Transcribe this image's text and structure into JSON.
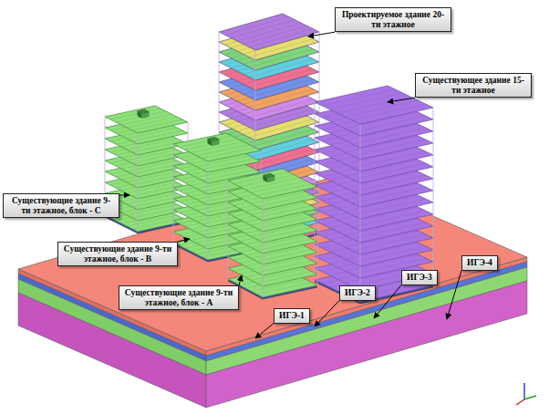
{
  "diagram": {
    "nodes": [
      {
        "text": [
          "Проектируемое здание 20-ти этажное"
        ]
      },
      {
        "text": [
          "Существующее здание 15-ти этажное"
        ]
      },
      {
        "text": [
          "Существующие здание 9-ти этажное, блок - С"
        ]
      },
      {
        "text": [
          "Существующие здание 9-ти этажное, блок - В"
        ]
      },
      {
        "text": [
          "Существующие здание 9-ти этажное, блок - А"
        ]
      },
      {
        "text": [
          "ИГЭ-1"
        ]
      },
      {
        "text": [
          "ИГЭ-2"
        ]
      },
      {
        "text": [
          "ИГЭ-3"
        ]
      },
      {
        "text": [
          "ИГЭ-4"
        ]
      }
    ]
  }
}
